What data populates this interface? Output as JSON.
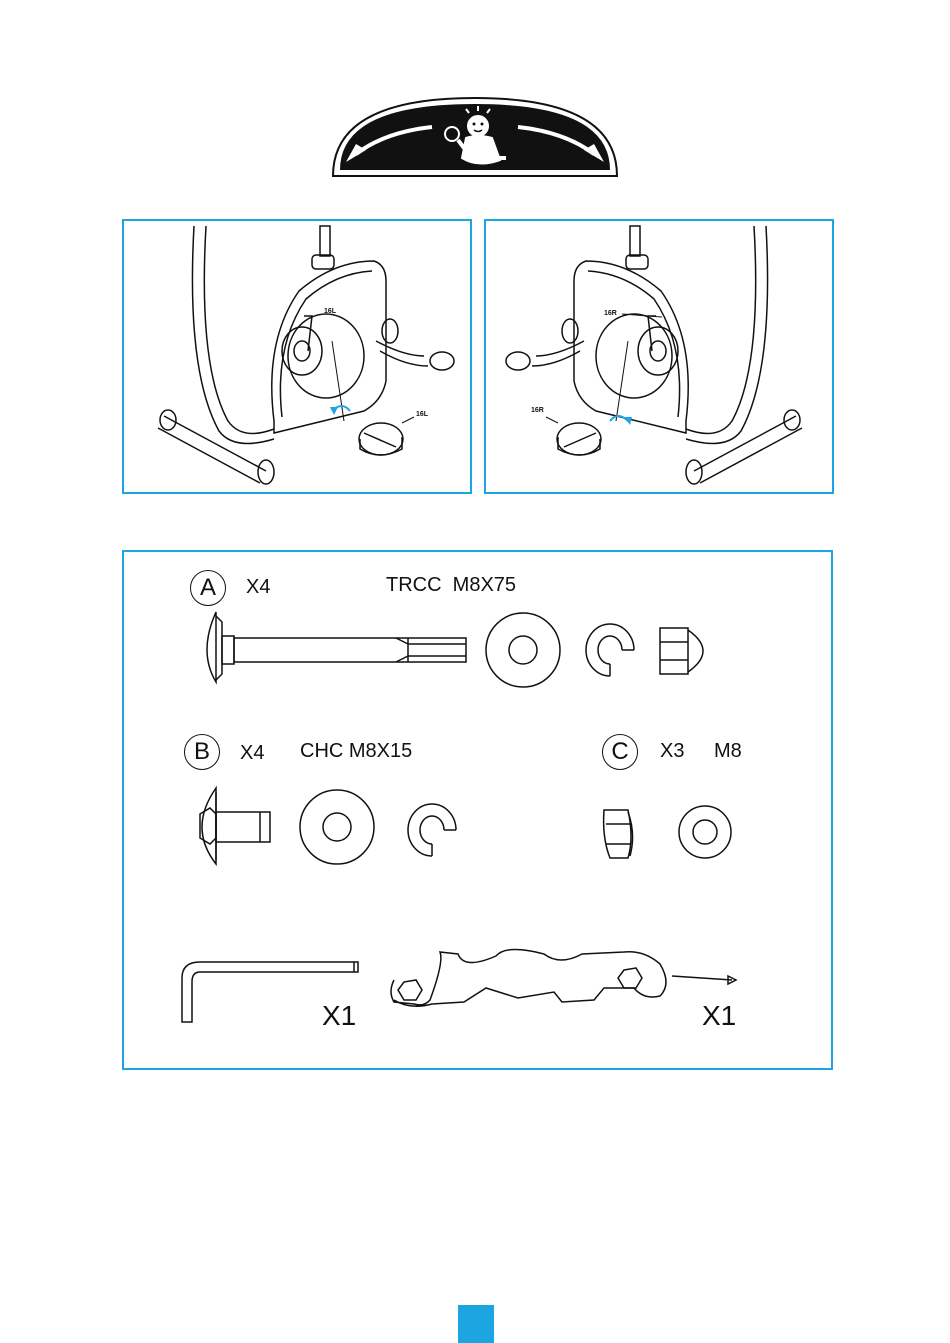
{
  "colors": {
    "accent": "#1ca5e0",
    "ink": "#111111",
    "banner_bg": "#111111"
  },
  "icons": {
    "banner": "mechanic-wrench-icon",
    "arrow_left": "curved-arrow-left-icon",
    "arrow_right": "curved-arrow-right-icon"
  },
  "step_left": {
    "part_label": "16L",
    "pedal_label": "16L"
  },
  "step_right": {
    "part_label": "16R",
    "pedal_label": "16R"
  },
  "hardware": {
    "A": {
      "letter": "A",
      "qty": "X4",
      "spec": "TRCC  M8X75"
    },
    "B": {
      "letter": "B",
      "qty": "X4",
      "spec": "CHC M8X15"
    },
    "C": {
      "letter": "C",
      "qty": "X3",
      "spec": "M8"
    },
    "allen_key": {
      "qty": "X1"
    },
    "wrench": {
      "qty": "X1"
    }
  }
}
